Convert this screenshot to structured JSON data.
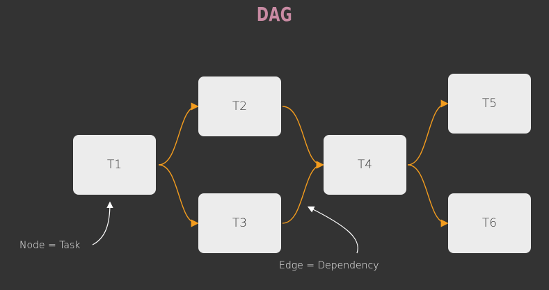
{
  "title": "DAG",
  "nodes": {
    "t1": "T1",
    "t2": "T2",
    "t3": "T3",
    "t4": "T4",
    "t5": "T5",
    "t6": "T6"
  },
  "annotations": {
    "node": "Node = Task",
    "edge": "Edge = Dependency"
  },
  "colors": {
    "background": "#333333",
    "title": "#c98ba3",
    "node_fill": "#ececec",
    "edge": "#f39c1e",
    "annotation_arrow": "#ffffff"
  }
}
